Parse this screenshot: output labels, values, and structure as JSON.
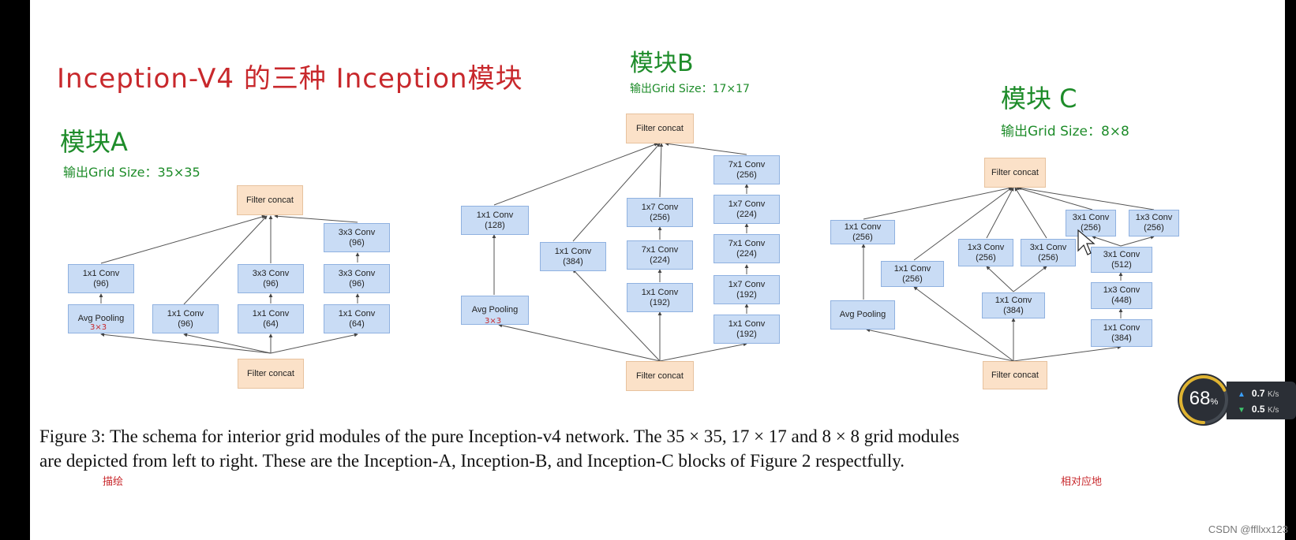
{
  "handwriting": {
    "title": "Inception-V4 的三种 Inception模块",
    "module_a": "模块A",
    "module_a_sub": "输出Grid Size：35×35",
    "module_b": "模块B",
    "module_b_sub": "输出Grid Size：17×17",
    "module_c": "模块 C",
    "module_c_sub": "输出Grid Size：8×8",
    "pool_note": "3×3",
    "depicted_note": "描绘",
    "respectfully_note": "相对应地"
  },
  "diagram": {
    "a": {
      "concat_top": "Filter concat",
      "concat_bottom": "Filter concat",
      "b1_conv": [
        "1x1 Conv",
        "(96)"
      ],
      "b1_pool": "Avg Pooling",
      "b2_conv": [
        "1x1 Conv",
        "(96)"
      ],
      "b3_top": [
        "3x3 Conv",
        "(96)"
      ],
      "b3_bot": [
        "1x1 Conv",
        "(64)"
      ],
      "b4_top": [
        "3x3 Conv",
        "(96)"
      ],
      "b4_mid": [
        "3x3 Conv",
        "(96)"
      ],
      "b4_bot": [
        "1x1 Conv",
        "(64)"
      ]
    },
    "b": {
      "concat_top": "Filter concat",
      "concat_bottom": "Filter concat",
      "b1_conv": [
        "1x1 Conv",
        "(128)"
      ],
      "b1_pool": "Avg Pooling",
      "b2_conv": [
        "1x1 Conv",
        "(384)"
      ],
      "b3_top": [
        "1x7 Conv",
        "(256)"
      ],
      "b3_mid": [
        "7x1 Conv",
        "(224)"
      ],
      "b3_bot": [
        "1x1 Conv",
        "(192)"
      ],
      "b4_1": [
        "7x1 Conv",
        "(256)"
      ],
      "b4_2": [
        "1x7 Conv",
        "(224)"
      ],
      "b4_3": [
        "7x1 Conv",
        "(224)"
      ],
      "b4_4": [
        "1x7 Conv",
        "(192)"
      ],
      "b4_5": [
        "1x1 Conv",
        "(192)"
      ]
    },
    "c": {
      "concat_top": "Filter concat",
      "concat_bottom": "Filter concat",
      "b1_conv": [
        "1x1 Conv",
        "(256)"
      ],
      "b1_pool": "Avg Pooling",
      "b2_conv": [
        "1x1 Conv",
        "(256)"
      ],
      "b3_left": [
        "1x3 Conv",
        "(256)"
      ],
      "b3_right": [
        "3x1 Conv",
        "(256)"
      ],
      "b3_base": [
        "1x1 Conv",
        "(384)"
      ],
      "b4_left": [
        "3x1 Conv",
        "(256)"
      ],
      "b4_right": [
        "1x3 Conv",
        "(256)"
      ],
      "b4_mid": [
        "3x1 Conv",
        "(512)"
      ],
      "b4_mid2": [
        "1x3 Conv",
        "(448)"
      ],
      "b4_base": [
        "1x1 Conv",
        "(384)"
      ]
    }
  },
  "caption": {
    "line1": "Figure 3: The schema for interior grid modules of the pure Inception-v4 network. The 35 × 35, 17 × 17 and 8 × 8 grid modules",
    "line2": "are depicted from left to right. These are the Inception-A, Inception-B, and Inception-C blocks of Figure 2 respectfully."
  },
  "widget": {
    "percent": "68",
    "percent_unit": "%",
    "up_value": "0.7",
    "up_unit": "K/s",
    "down_value": "0.5",
    "down_unit": "K/s"
  },
  "watermark": "CSDN @ffllxx123",
  "colors": {
    "conv_fill": "#c9dcf5",
    "concat_fill": "#fbe1c8",
    "handwriting_red": "#c8282c",
    "handwriting_green": "#1e8c2a"
  }
}
